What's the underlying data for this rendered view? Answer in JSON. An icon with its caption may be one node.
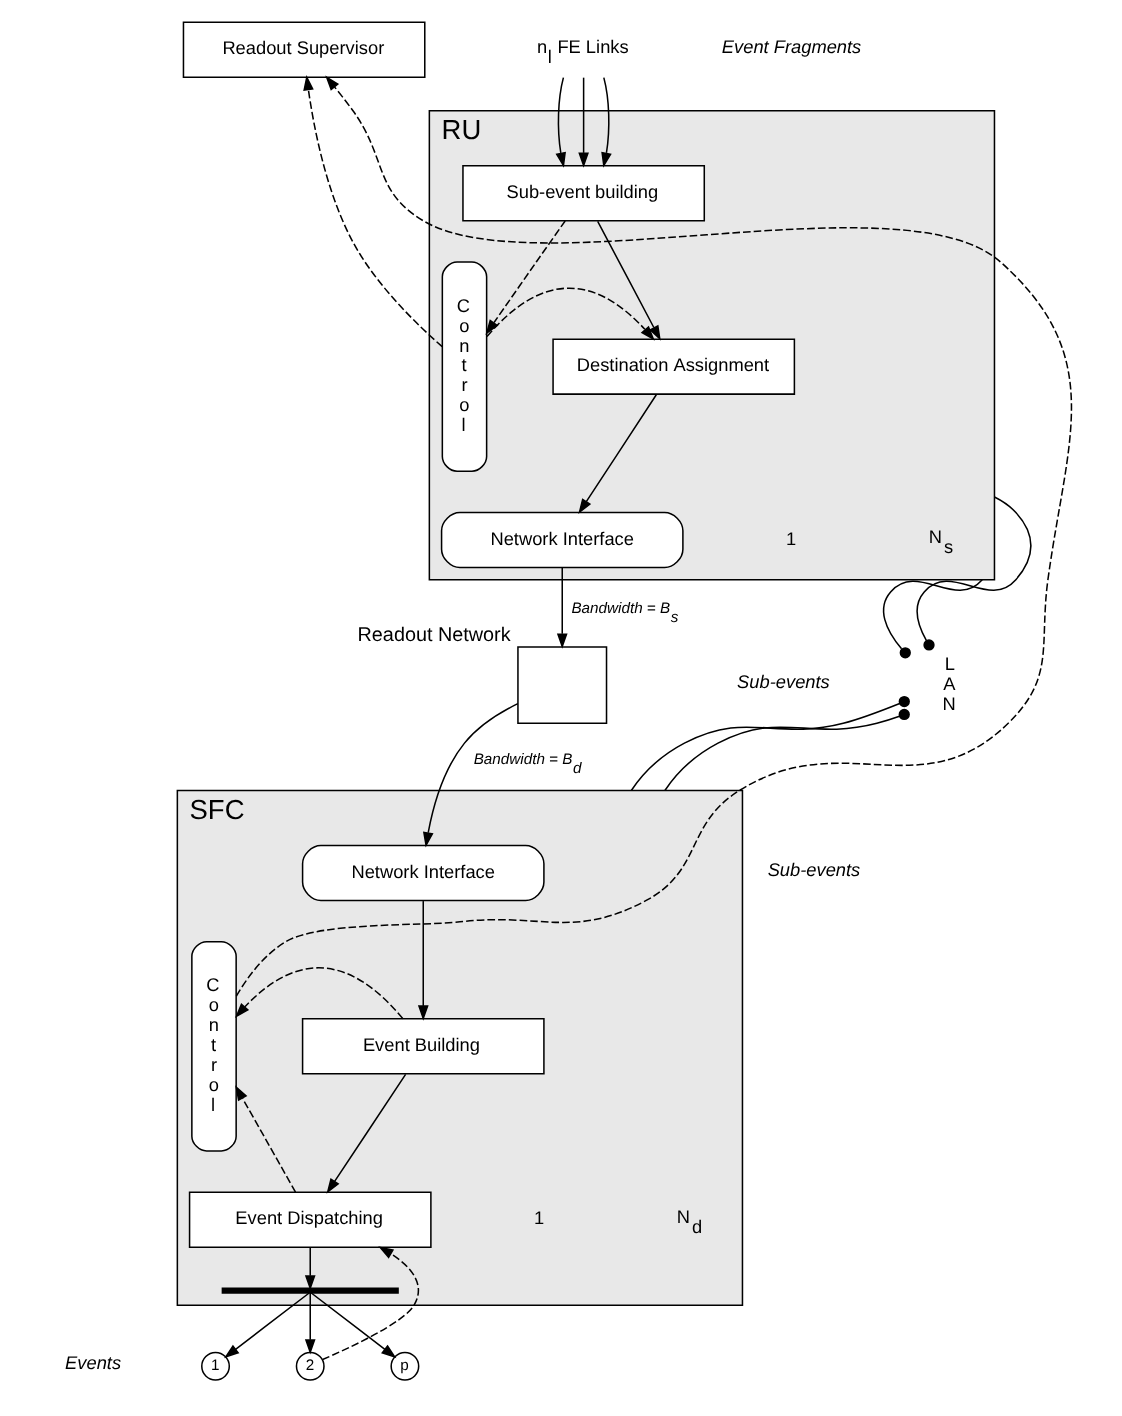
{
  "diagram": {
    "nodes": [
      {
        "text": [
          "Readout Supervisor"
        ]
      },
      {
        "text": [
          "RU"
        ],
        "beside": [
          "1",
          "N$_{s}$"
        ]
      },
      {
        "text": [
          "Control"
        ],
        "in": 1
      },
      {
        "text": [
          "Sub-event building"
        ],
        "in": 1
      },
      {
        "text": [
          "Destination Assignment"
        ],
        "in": 1
      },
      {
        "text": [
          "Network Interface"
        ],
        "in": 1
      },
      {
        "text": [],
        "shape": "box",
        "beside": [
          "Readout Network"
        ]
      },
      {
        "text": [
          "SFC"
        ],
        "beside": [
          "1",
          "N$_{d}$"
        ]
      },
      {
        "text": [
          "Control"
        ],
        "in": 7
      },
      {
        "text": [
          "Network Interface"
        ],
        "in": 7
      },
      {
        "text": [
          "Event Building"
        ],
        "in": 7
      },
      {
        "text": [
          "Event Dispatching"
        ],
        "in": 7
      },
      {
        "text": [],
        "shape": "bar",
        "in": 7
      },
      {
        "text": [
          "1"
        ]
      },
      {
        "text": [
          "2"
        ]
      },
      {
        "text": [
          "p"
        ]
      },
      {
        "text": [
          "LAN"
        ]
      },
      {
        "text": [
          "n$_{l}$ FE Links"
        ]
      }
    ],
    "edges": [
      {
        "from": 17,
        "to": 3,
        "arrow": "to"
      },
      {
        "from": 17,
        "to": 3,
        "arrow": "to"
      },
      {
        "from": 17,
        "to": 3,
        "arrow": "to"
      },
      {
        "from": 3,
        "to": 2,
        "arrow": "to",
        "style": "dashed"
      },
      {
        "from": 2,
        "to": 4,
        "arrow": "to",
        "style": "dashed"
      },
      {
        "from": 3,
        "to": 4,
        "arrow": "to"
      },
      {
        "from": 4,
        "to": 5,
        "arrow": "to"
      },
      {
        "from": 2,
        "to": 0,
        "arrow": "to",
        "style": "dashed"
      },
      {
        "from": 1,
        "to": 16,
        "arrow": "other"
      },
      {
        "from": 1,
        "to": 16,
        "arrow": "other"
      },
      {
        "from": 5,
        "to": 6,
        "arrow": "to",
        "label": "Bandwidth = B$_{s}$"
      },
      {
        "from": 6,
        "to": 9,
        "arrow": "to",
        "label": "Bandwidth = B$_{d}$"
      },
      {
        "from": 9,
        "to": 10,
        "arrow": "to"
      },
      {
        "from": 10,
        "to": 8,
        "arrow": "to",
        "style": "dashed"
      },
      {
        "from": 10,
        "to": 11,
        "arrow": "to"
      },
      {
        "from": 11,
        "to": 8,
        "arrow": "to",
        "style": "dashed"
      },
      {
        "from": 8,
        "to": 0,
        "arrow": "to",
        "style": "dashed"
      },
      {
        "from": 7,
        "to": 16,
        "arrow": "other"
      },
      {
        "from": 7,
        "to": 16,
        "arrow": "other"
      },
      {
        "from": 11,
        "to": 12,
        "arrow": "to"
      },
      {
        "from": 12,
        "to": 13,
        "arrow": "to"
      },
      {
        "from": 12,
        "to": 14,
        "arrow": "to"
      },
      {
        "from": 12,
        "to": 15,
        "arrow": "to"
      },
      {
        "from": 14,
        "to": 11,
        "arrow": "to",
        "style": "dashed"
      }
    ],
    "labels": [
      "Event Fragments",
      "Sub-events",
      "Sub-events",
      "Events"
    ]
  }
}
